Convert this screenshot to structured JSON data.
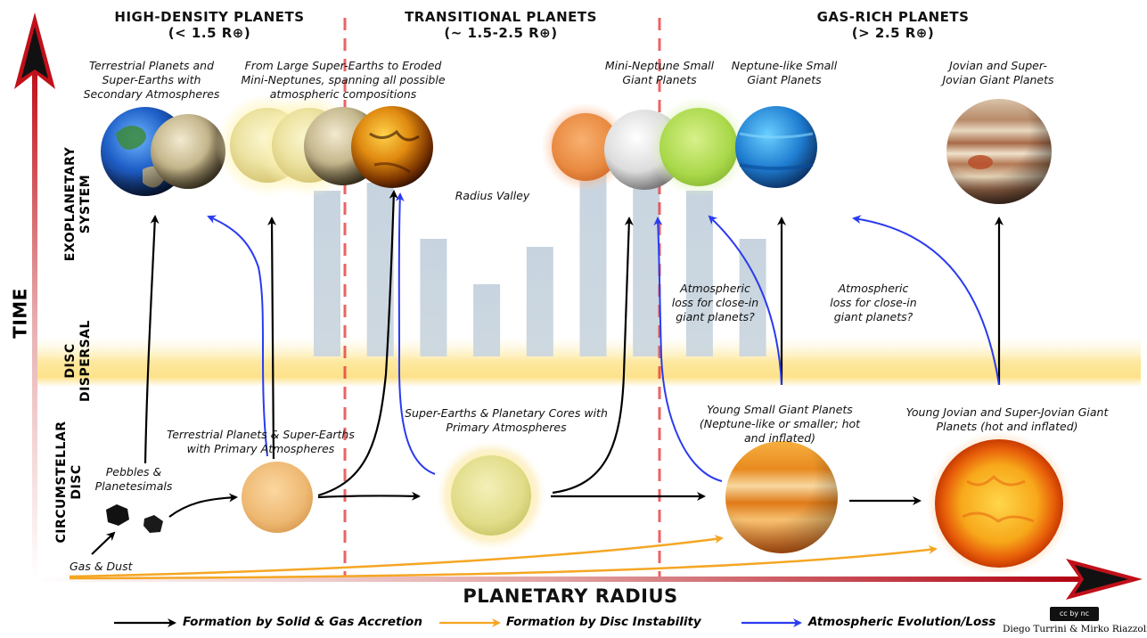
{
  "headers": {
    "high_density_title": "HIGH-DENSITY PLANETS",
    "high_density_range": "(< 1.5 R⊕)",
    "transitional_title": "TRANSITIONAL PLANETS",
    "transitional_range": "(~ 1.5-2.5 R⊕)",
    "gas_rich_title": "GAS-RICH PLANETS",
    "gas_rich_range": "(> 2.5 R⊕)"
  },
  "axes": {
    "y_label": "TIME",
    "x_label": "PLANETARY RADIUS"
  },
  "stages": {
    "exoplanetary": [
      "EXOPLANETARY",
      "SYSTEM"
    ],
    "dispersal": [
      "DISC",
      "DISPERSAL"
    ],
    "circumstellar": [
      "CIRCUMSTELLAR",
      "DISC"
    ]
  },
  "captions": {
    "terrestrial_secondary": [
      "Terrestrial Planets and",
      "Super-Earths with",
      "Secondary Atmospheres"
    ],
    "eroded_mini_neptunes": [
      "From Large Super-Earths to Eroded",
      "Mini-Neptunes, spanning all possible",
      "atmospheric compositions"
    ],
    "mini_neptune": [
      "Mini-Neptune Small",
      "Giant Planets"
    ],
    "neptune_like": [
      "Neptune-like Small",
      "Giant Planets"
    ],
    "jovian": [
      "Jovian and Super-",
      "Jovian Giant Planets"
    ],
    "radius_valley": "Radius Valley",
    "atm_loss_1": [
      "Atmospheric",
      "loss for close-in",
      "giant planets?"
    ],
    "atm_loss_2": [
      "Atmospheric",
      "loss for close-in",
      "giant planets?"
    ],
    "terrestrial_primary": [
      "Terrestrial Planets & Super-Earths",
      "with Primary Atmospheres"
    ],
    "super_earth_cores": [
      "Super-Earths & Planetary Cores with",
      "Primary Atmospheres"
    ],
    "young_small_giants": [
      "Young Small Giant Planets",
      "(Neptune-like or smaller; hot",
      "and inflated)"
    ],
    "young_jovian": [
      "Young Jovian and Super-Jovian Giant",
      "Planets (hot and inflated)"
    ],
    "pebbles": [
      "Pebbles &",
      "Planetesimals"
    ],
    "gas_dust": "Gas & Dust"
  },
  "legend": {
    "solid_gas": "Formation by Solid & Gas Accretion",
    "disc_instability": "Formation by Disc Instability",
    "atm_evolution": "Atmospheric Evolution/Loss"
  },
  "credit": "Diego Turrini & Mirko Riazzoli",
  "license_badge": "cc by nc",
  "colors": {
    "solid_gas_arrow": "#000000",
    "disc_instability_arrow": "#f5a623",
    "atm_evolution_arrow": "#2a3bf0",
    "time_axis": "#c0101a",
    "radius_axis": "#c0101a",
    "dispersal_band": "#fde7a0",
    "histogram_bars": "#c7d3df",
    "boundary_lines": "#e53030"
  },
  "chart_data": {
    "type": "bar",
    "title": "Radius Valley",
    "values": [
      0.62,
      0.65,
      0.44,
      0.27,
      0.41,
      0.72,
      0.82,
      0.62,
      0.44
    ],
    "note": "relative occurrence, background histogram"
  }
}
